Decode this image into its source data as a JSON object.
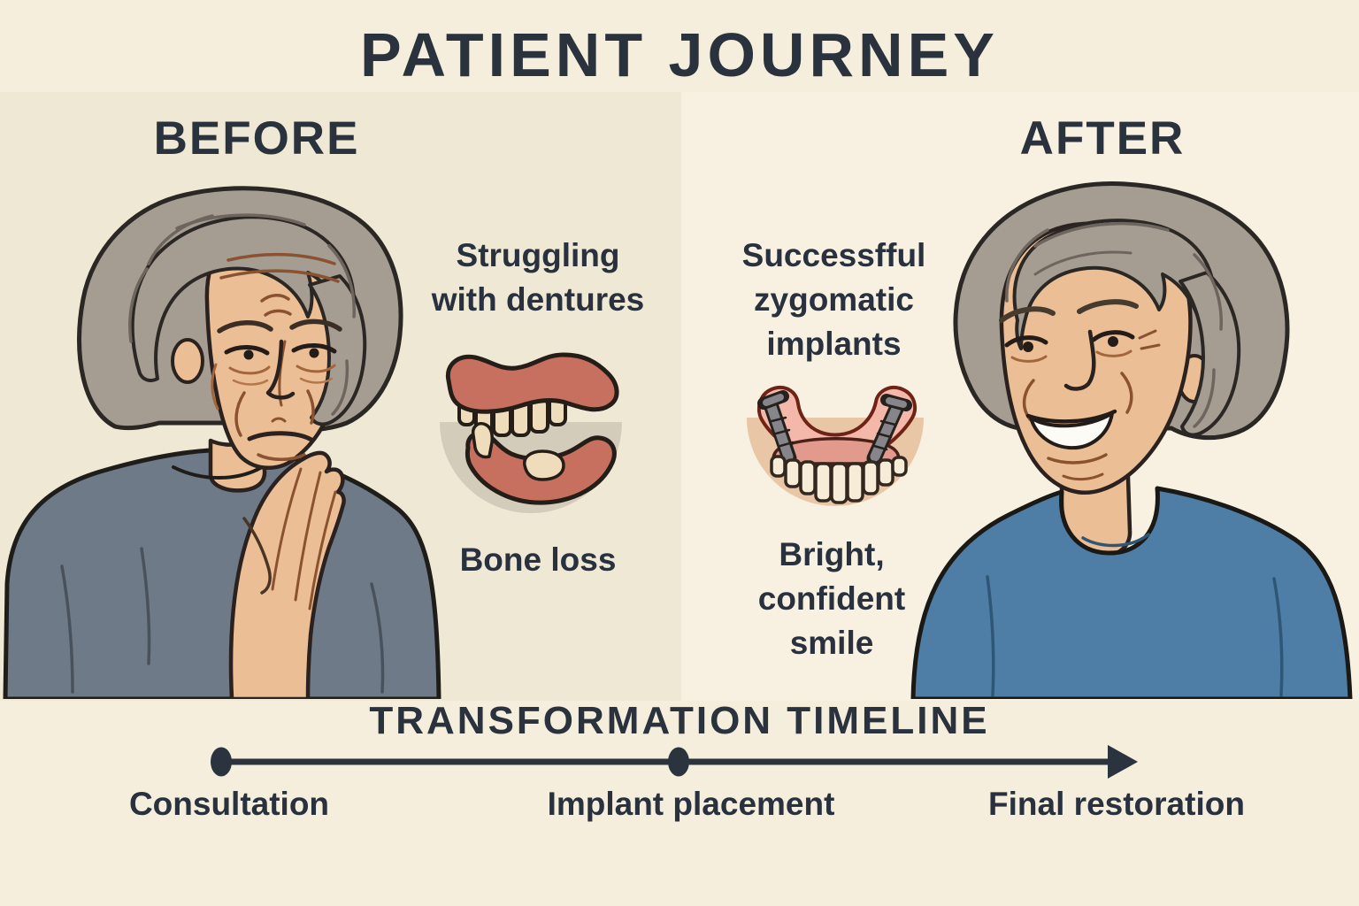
{
  "title": "PATIENT JOURNEY",
  "colors": {
    "ink": "#2a323d",
    "background_left": "#efe8d5",
    "background_right": "#f8f1e2",
    "gum_red": "#c7705f",
    "implant_pink": "#f4b8aa",
    "sweater_gray": "#6e7a87",
    "shirt_blue": "#4e7da5"
  },
  "before": {
    "heading": "BEFORE",
    "caption_top": "Struggling\nwith dentures",
    "caption_bottom": "Bone loss",
    "icon_name": "failing-dentures-icon",
    "portrait_name": "sad-senior-woman-portrait"
  },
  "after": {
    "heading": "AFTER",
    "caption_top": "Successfful\nzygomatic\nimplants",
    "caption_bottom": "Bright,\nconfident\nsmile",
    "icon_name": "zygomatic-implants-icon",
    "portrait_name": "smiling-senior-woman-portrait"
  },
  "timeline": {
    "heading": "TRANSFORMATION TIMELINE",
    "milestones": [
      {
        "label": "Consultation"
      },
      {
        "label": "Implant placement"
      },
      {
        "label": "Final restoration"
      }
    ]
  }
}
